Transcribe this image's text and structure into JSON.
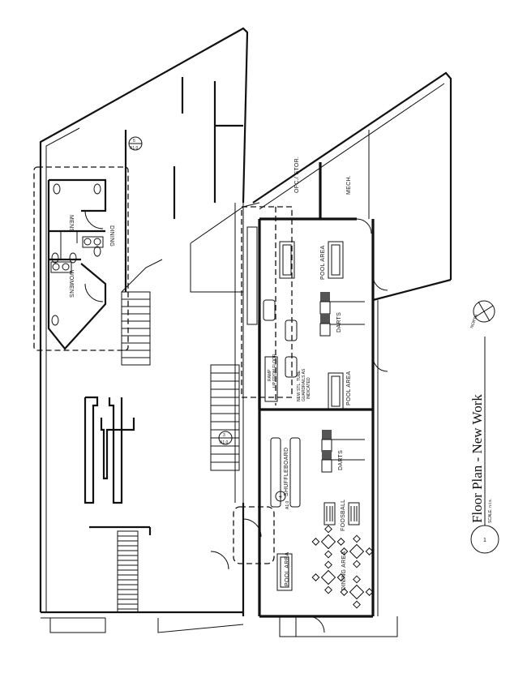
{
  "title_block": {
    "title": "Floor Plan - New Work",
    "scale": "SCALE: n.t.s.",
    "drawing_number": "1",
    "north_label": "NORTH"
  },
  "rooms": {
    "mens": "MENS",
    "womens": "WOMENS",
    "dining": "DINING",
    "office_storage": "OFC./ STOR.",
    "mech": "MECH.",
    "pool_area_1": "POOL AREA",
    "pool_area_2": "POOL AREA",
    "pool_area_3": "POOL AREA",
    "darts_1": "DARTS",
    "darts_2": "DARTS",
    "shuffleboard": "SHUFFLEBOARD",
    "foosball": "FOOSBALL",
    "dining_area": "DINING AREA"
  },
  "notes": {
    "ramp": "RAMP",
    "ramp_sub": "UP FROM FLOOR",
    "guardrail_1": "NEW STL. TUBE",
    "guardrail_2": "GUARDRAILS AS",
    "guardrail_3": "INDICATED"
  },
  "callouts": [
    {
      "num": "5",
      "sheet": "A1.0"
    },
    {
      "num": "3",
      "sheet": "A1.0"
    },
    {
      "num": "4",
      "sheet": "A1.0"
    }
  ]
}
